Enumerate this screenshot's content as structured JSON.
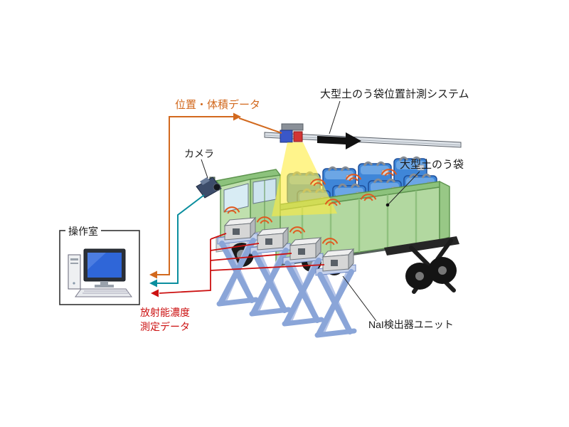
{
  "diagram": {
    "labels": {
      "system": "大型土のう袋位置計測システム",
      "position_volume_data": "位置・体積データ",
      "camera": "カメラ",
      "soil_bags": "大型土のう袋",
      "control_room": "操作室",
      "radiation_data_line1": "放射能濃度",
      "radiation_data_line2": "測定データ",
      "nai_detector_unit": "NaI検出器ユニット"
    },
    "colors": {
      "position_data": "#d2691e",
      "camera_link": "#0b8e9e",
      "radiation_data": "#cc1111",
      "truck_body": "#b2d8a0",
      "soil_bag": "#3f86d8",
      "scanner_beam": "#ffec3e",
      "lift_frame": "#8aa5d8",
      "detector_body": "#d6d6d6"
    }
  }
}
